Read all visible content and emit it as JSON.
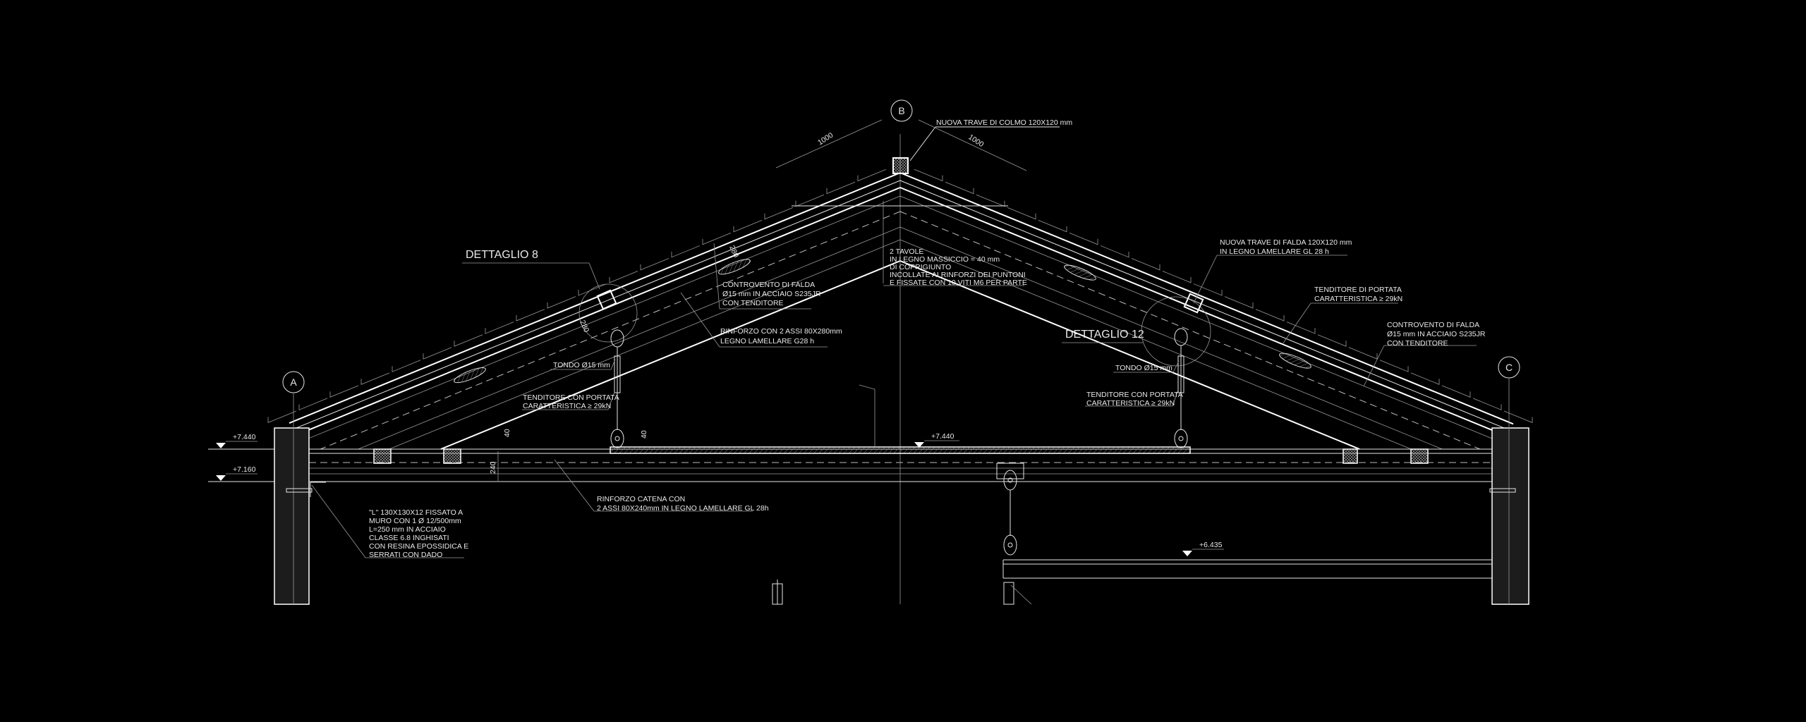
{
  "axes": {
    "a": "A",
    "b": "B",
    "c": "C"
  },
  "dimensions": {
    "ridge_left": "1000",
    "ridge_right": "1000",
    "rafter_depth_upper": "280",
    "rafter_depth_lower": "280",
    "plank_left": "40",
    "plank_right": "40",
    "tie_beam_depth": "240"
  },
  "elevations": {
    "left_top": "+7.440",
    "left_bottom": "+7.160",
    "center": "+7.440",
    "lower_floor": "+6.435"
  },
  "details": {
    "left": "DETTAGLIO 8",
    "right": "DETTAGLIO 12"
  },
  "notes": {
    "ridge_beam": "NUOVA TRAVE DI COLMO 120X120 mm",
    "boards": [
      "2 TAVOLE",
      "IN LEGNO MASSICCIO = 40 mm",
      "DI COPRIGIUNTO",
      "INCOLLATE AI RINFORZI DEI PUNTONI",
      "E FISSATE CON 10 VITI M6 PER PARTE"
    ],
    "bracing_left": [
      "CONTROVENTO DI FALDA",
      "Ø15 mm IN ACCIAIO S235JR",
      "CON TENDITORE"
    ],
    "rafter_reinforcement": [
      "RINFORZO CON 2 ASSI  80X280mm",
      "LEGNO LAMELLARE G28 h"
    ],
    "rod_left": "TONDO Ø15 mm",
    "turnbuckle_left": [
      "TENDITORE CON PORTATA",
      "CARATTERISTICA ≥  29kN"
    ],
    "tie_reinforcement": [
      "RINFORZO CATENA CON",
      "2 ASSI 80X240mm IN LEGNO LAMELLARE GL 28h"
    ],
    "angle_bracket": [
      "\"L\" 130X130X12 FISSATO A",
      "MURO CON 1 Ø 12/500mm",
      "L=250 mm IN ACCIAIO",
      "CLASSE 6.8 INGHISATI",
      "CON RESINA EPOSSIDICA E",
      "SERRATI CON DADO"
    ],
    "purlin": [
      "NUOVA TRAVE DI FALDA  120X120 mm",
      "IN LEGNO LAMELLARE GL 28 h"
    ],
    "turnbuckle_slope": [
      "TENDITORE DI PORTATA",
      "CARATTERISTICA ≥  29kN"
    ],
    "bracing_right": [
      "CONTROVENTO DI FALDA",
      "Ø15 mm IN ACCIAIO S235JR",
      "CON TENDITORE"
    ],
    "rod_right": "TONDO Ø15 mm",
    "turnbuckle_right": [
      "TENDITORE CON PORTATA",
      "CARATTERISTICA ≥  29kN"
    ]
  }
}
